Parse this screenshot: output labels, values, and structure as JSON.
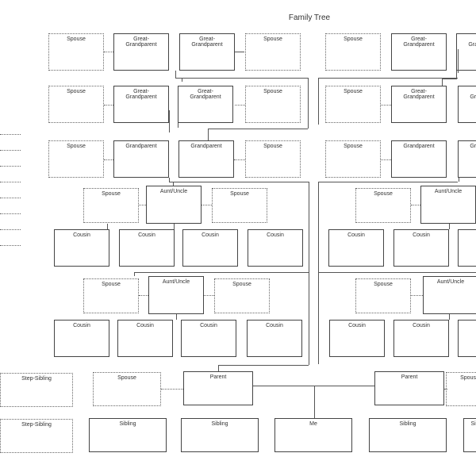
{
  "title": "Family Tree",
  "labels": {
    "spouse": "Spouse",
    "great_grandparent": "Great-\nGrandparent",
    "grandparent": "Grandparent",
    "aunt_uncle": "Aunt/Uncle",
    "cousin": "Cousin",
    "parent": "Parent",
    "sibling": "Sibling",
    "step_sibling": "Step-Sibling",
    "me": "Me"
  }
}
